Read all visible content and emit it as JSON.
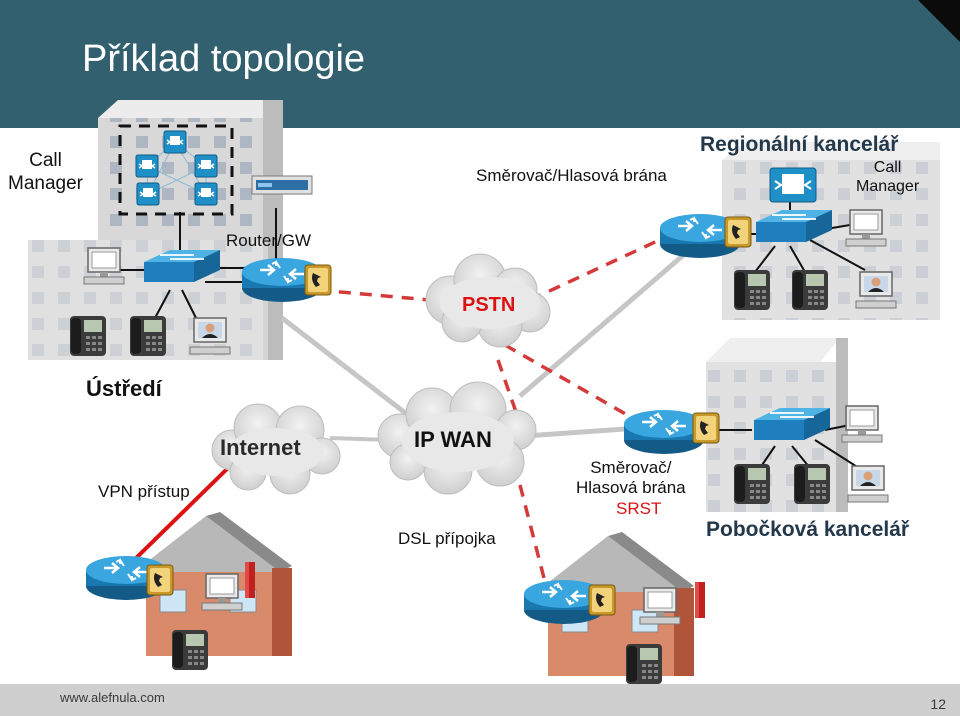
{
  "slide": {
    "title": "Příklad topologie",
    "footer_url": "www.alefnula.com",
    "page_number": "12"
  },
  "colors": {
    "header_bg": "#32606e",
    "router": "#1f8fc7",
    "switch": "#33a0d8",
    "cloud": "#e6e6e6",
    "wan_line": "#c0c0c0",
    "pstn_link": "#d43a3a",
    "vpn_link": "#d11",
    "srst_text": "#d11"
  },
  "labels": {
    "hq_call_manager": "Call\nManager",
    "router_gw": "Router/GW",
    "router_voice_gw": "Směrovač/Hlasová brána",
    "regional_office": "Regionální kancelář",
    "regional_call_manager": "Call\nManager",
    "pstn": "PSTN",
    "headquarters": "Ústředí",
    "internet": "Internet",
    "ip_wan": "IP WAN",
    "vpn_access": "VPN přístup",
    "dsl_connection": "DSL přípojka",
    "branch_router": "Směrovač/\nHlasová brána",
    "srst": "SRST",
    "branch_office": "Pobočková kancelář"
  },
  "icons": [
    "router-icon",
    "switch-icon",
    "ip-phone-icon",
    "ip-softphone-icon",
    "workstation-icon",
    "call-manager-icon",
    "server-icon",
    "cloud-icon",
    "building-icon",
    "house-icon",
    "firewall-icon"
  ]
}
